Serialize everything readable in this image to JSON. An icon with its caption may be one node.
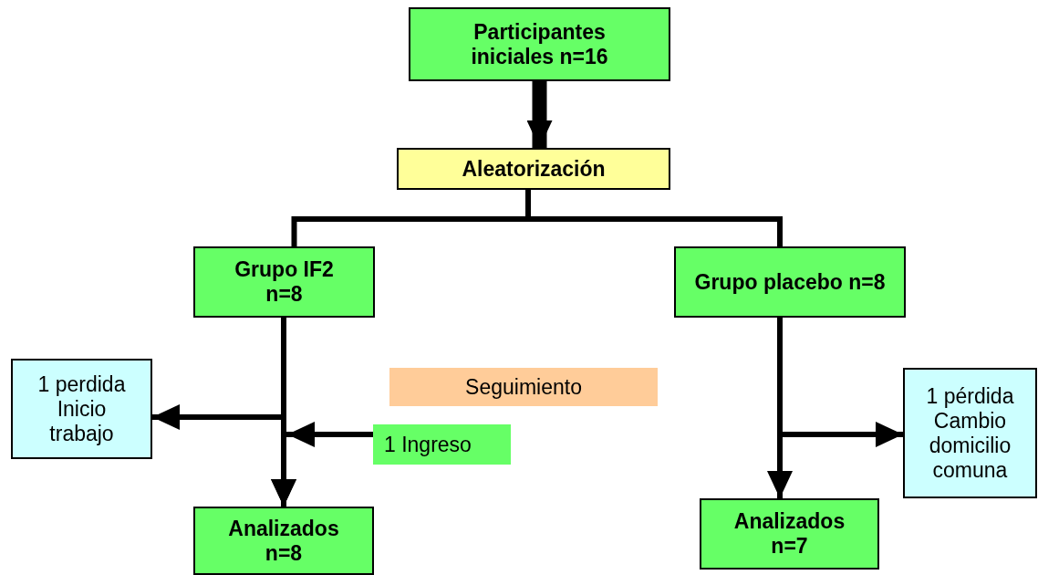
{
  "diagram": {
    "nodes": [
      {
        "text": [
          "Participantes iniciales n=16"
        ]
      },
      {
        "text": [
          "Aleatorización"
        ]
      },
      {
        "text": [
          "Grupo IF2 n=8"
        ]
      },
      {
        "text": [
          "Grupo  placebo n=8"
        ]
      },
      {
        "text": [
          "1 perdida Inicio trabajo"
        ]
      },
      {
        "text": [
          "Seguimiento"
        ]
      },
      {
        "text": [
          "1 Ingreso"
        ]
      },
      {
        "text": [
          "Analizados n=8"
        ]
      },
      {
        "text": [
          "1 pérdida Cambio domicilio comuna"
        ]
      },
      {
        "text": [
          "Analizados n=7"
        ]
      }
    ],
    "edges": [
      {
        "from": 0,
        "to": 1,
        "arrow": "to",
        "style": "thick"
      },
      {
        "from": 1,
        "to": 2,
        "arrow": "none"
      },
      {
        "from": 1,
        "to": 3,
        "arrow": "none"
      },
      {
        "from": 2,
        "to": 4,
        "arrow": "to"
      },
      {
        "from": 2,
        "to": 7,
        "arrow": "to"
      },
      {
        "from": 6,
        "to": 7,
        "arrow": "to"
      },
      {
        "from": 3,
        "to": 8,
        "arrow": "to"
      },
      {
        "from": 3,
        "to": 9,
        "arrow": "to"
      }
    ]
  }
}
